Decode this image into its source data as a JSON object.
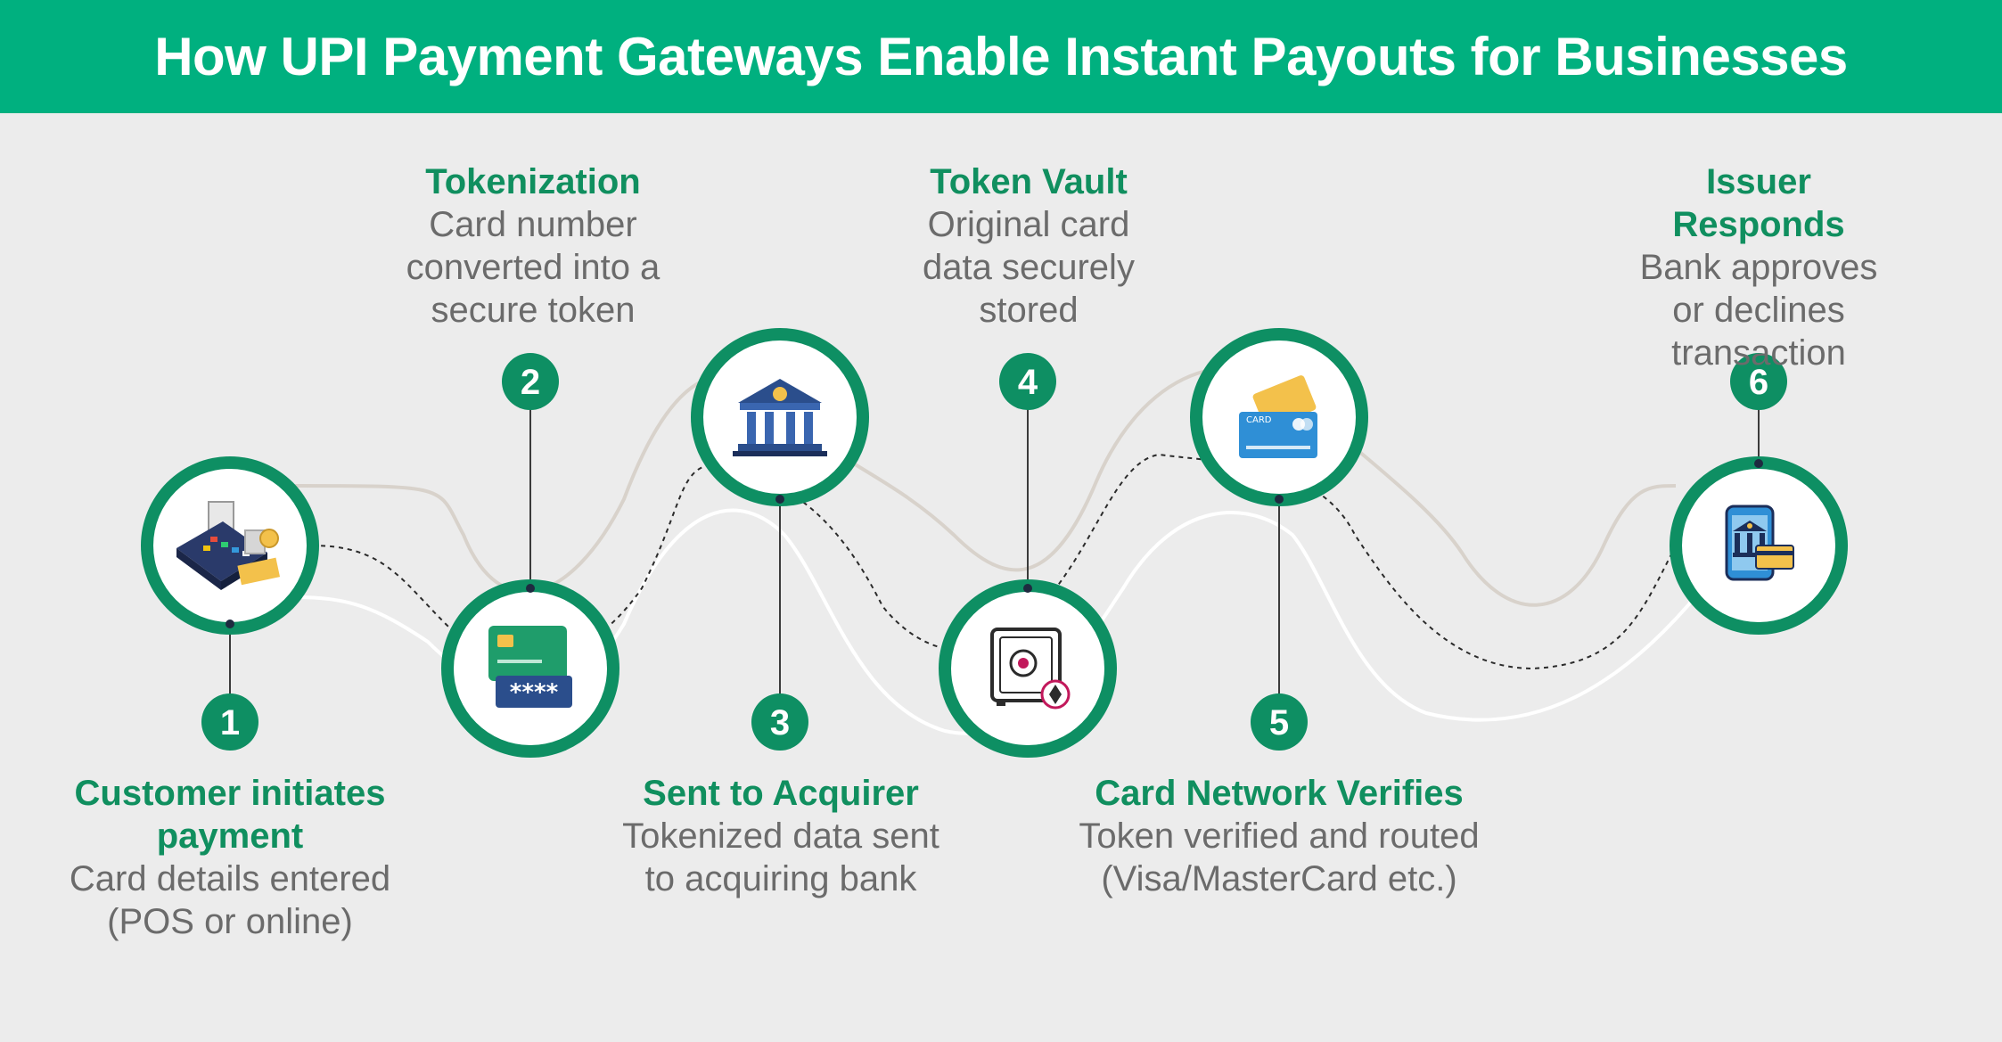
{
  "title": "How UPI Payment Gateways Enable Instant Payouts for Businesses",
  "colors": {
    "header_bg": "#00b07f",
    "accent_green": "#108f5f",
    "ring_green": "#0e8f63",
    "text_grey": "#6b6b6b",
    "background": "#ececec"
  },
  "steps": [
    {
      "number": "1",
      "title": "Customer initiates payment",
      "description": "Card details entered (POS or online)",
      "icon": "pos-terminal-icon"
    },
    {
      "number": "2",
      "title": "Tokenization",
      "description": "Card number converted into a secure token",
      "icon": "credit-card-token-icon"
    },
    {
      "number": "3",
      "title": "Sent to Acquirer",
      "description": "Tokenized data sent to acquiring bank",
      "icon": "bank-icon"
    },
    {
      "number": "4",
      "title": "Token Vault",
      "description": "Original card data securely stored",
      "icon": "vault-safe-icon"
    },
    {
      "number": "5",
      "title": "Card Network Verifies",
      "description": "Token verified and routed (Visa/MasterCard etc.)",
      "icon": "credit-cards-icon"
    },
    {
      "number": "6",
      "title": "Issuer Responds",
      "description": "Bank approves or declines transaction",
      "icon": "mobile-bank-icon"
    }
  ]
}
